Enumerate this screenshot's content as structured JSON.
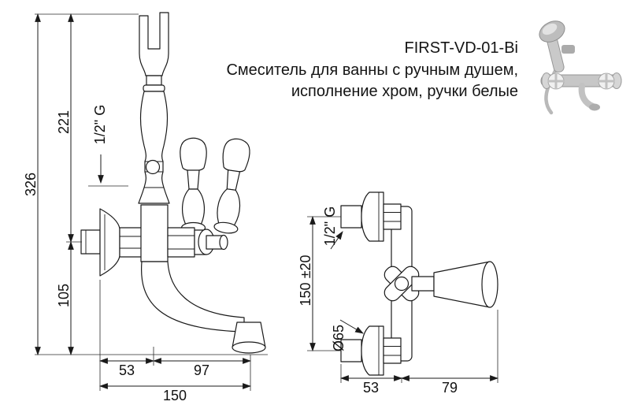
{
  "product": {
    "code": "FIRST-VD-01-Bi",
    "description_line1": "Смеситель для ванны с ручным душем,",
    "description_line2": "исполнение хром, ручки белые"
  },
  "front_view": {
    "dims": {
      "total_height": "326",
      "upper_height": "221",
      "lower_height": "105",
      "inlet_thread": "1/2\" G",
      "wall_to_axis": "53",
      "axis_to_spout": "97",
      "total_width": "150"
    }
  },
  "side_view": {
    "dims": {
      "connection_distance": "150 ±20",
      "inlet_thread": "1/2\" G",
      "flange_diameter": "Ø65",
      "wall_to_axis": "53",
      "axis_to_handle": "79"
    }
  },
  "colors": {
    "line": "#1a1a1a",
    "text": "#111111"
  }
}
